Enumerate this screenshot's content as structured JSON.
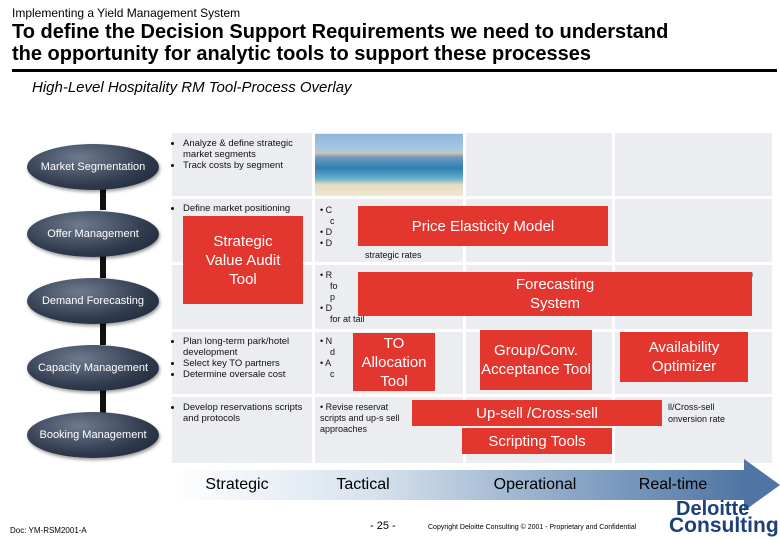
{
  "header": {
    "kicker": "Implementing a Yield Management System",
    "title_line1": "To define the Decision Support Requirements we need to understand",
    "title_line2": "the opportunity for analytic tools to support these processes",
    "subtitle": "High-Level Hospitality RM Tool-Process Overlay"
  },
  "processes": [
    {
      "label": "Market Segmentation"
    },
    {
      "label": "Offer Management"
    },
    {
      "label": "Demand Forecasting"
    },
    {
      "label": "Capacity Management"
    },
    {
      "label": "Booking Management"
    }
  ],
  "strategic_cells": [
    [
      "Analyze & define strategic market segments",
      "Track costs by segment"
    ],
    [
      "Define market positioning"
    ],
    [],
    [
      "Plan long-term park/hotel development",
      "Select key TO partners",
      "Determine oversale cost"
    ],
    [
      "Develop reservations scripts and protocols"
    ]
  ],
  "fragments": {
    "tactical_row2": [
      "C",
      "c",
      "D",
      "D"
    ],
    "tactical_row2_tail": "strategic rates",
    "tactical_row3": [
      "R",
      "fo",
      "p",
      "D",
      "for at tail"
    ],
    "tactical_row4": [
      "N",
      "d",
      "A",
      "c"
    ],
    "tactical_row5": "Revise reservat scripts and up-s sell approaches",
    "realtime_row5a": "ll/Cross-sell",
    "realtime_row5b": "onversion rate",
    "realtime_row3": "n"
  },
  "tools": {
    "strategic_value_audit": "Strategic Value Audit Tool",
    "price_elasticity": "Price Elasticity Model",
    "forecasting": "Forecasting System",
    "to_allocation": "TO Allocation Tool",
    "group_conv": "Group/Conv. Acceptance Tool",
    "availability": "Availability Optimizer",
    "upsell_line1": "Up-sell /Cross-sell",
    "upsell_line2": "Scripting Tools"
  },
  "scale": [
    "Strategic",
    "Tactical",
    "Operational",
    "Real-time"
  ],
  "footer": {
    "doc": "Doc: YM-RSM2001-A",
    "page": "- 25 -",
    "copyright": "Copyright Deloitte Consulting © 2001 - Proprietary and Confidential",
    "logo_line1": "Deloitte",
    "logo_line2": "Consulting"
  },
  "colors": {
    "tool_red": "#e3362f",
    "oval_dark": "#2f3a4d",
    "panel_grey": "#ecedf1",
    "arrow_blue": "#4f75a4",
    "logo_blue": "#1d3f7a"
  }
}
